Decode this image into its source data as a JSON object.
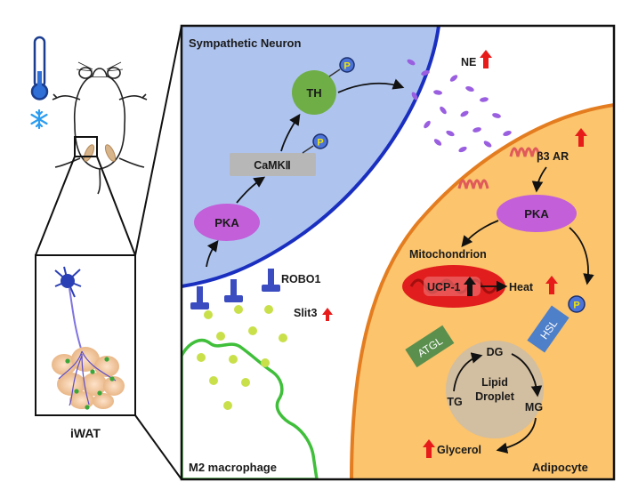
{
  "labels": {
    "sympathetic_neuron": "Sympathetic Neuron",
    "th": "TH",
    "camkii": "CaMKⅡ",
    "pka_neuron": "PKA",
    "robo1": "ROBO1",
    "slit3": "Slit3",
    "m2_macrophage": "M2 macrophage",
    "ne": "NE",
    "beta3ar": "β3 AR",
    "pka_adipocyte": "PKA",
    "mitochondrion": "Mitochondrion",
    "ucp1": "UCP-1",
    "heat": "Heat",
    "hsl": "HSL",
    "atgl": "ATGL",
    "dg": "DG",
    "lipid_droplet_line1": "Lipid",
    "lipid_droplet_line2": "Droplet",
    "tg": "TG",
    "mg": "MG",
    "glycerol": "Glycerol",
    "adipocyte": "Adipocyte",
    "iwat": "iWAT",
    "phospho": "P"
  },
  "colors": {
    "neuron_fill": "#aec4ef",
    "neuron_membrane": "#1a2fbf",
    "adipocyte_fill": "#fbc46d",
    "adipocyte_membrane": "#e47d1f",
    "macrophage_membrane": "#3fbf3a",
    "pka": "#c25fd9",
    "th": "#6fae47",
    "camkii": "#b7b7b7",
    "ne_dots": "#9a5fe0",
    "slit3_dots": "#c9e04a",
    "mitochondrion": "#e11d1d",
    "hsl": "#4e7fc9",
    "atgl": "#5b8f4e",
    "lipid_droplet": "#d2bea0",
    "up_arrow": "#e81b1b",
    "phospho": "#4c74d8"
  },
  "icons": [
    "thermometer-icon",
    "snowflake-icon",
    "mouse-icon",
    "neuron-icon",
    "fat-tissue-icon"
  ]
}
